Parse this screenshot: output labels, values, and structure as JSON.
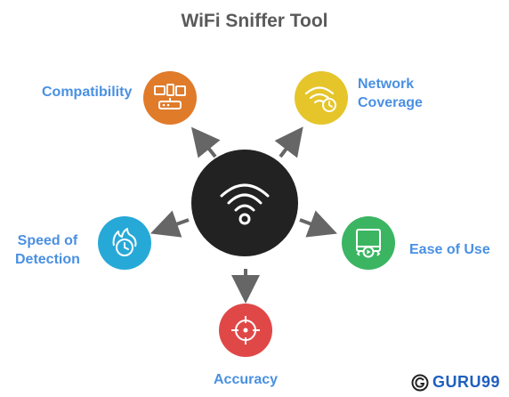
{
  "title": "WiFi Sniffer Tool",
  "center": {
    "icon": "wifi-icon",
    "color": "#222222"
  },
  "features": [
    {
      "id": "compatibility",
      "label": "Compatibility",
      "icon": "devices-router-icon",
      "color": "#e07b2a"
    },
    {
      "id": "network-coverage",
      "label": "Network\nCoverage",
      "icon": "wifi-clock-icon",
      "color": "#e5c52a"
    },
    {
      "id": "speed-of-detection",
      "label": "Speed of\nDetection",
      "icon": "stopwatch-flame-icon",
      "color": "#27a9d8"
    },
    {
      "id": "ease-of-use",
      "label": "Ease of Use",
      "icon": "screen-play-icon",
      "color": "#3cb563"
    },
    {
      "id": "accuracy",
      "label": "Accuracy",
      "icon": "crosshair-icon",
      "color": "#e04848"
    }
  ],
  "brand": {
    "name": "GURU99",
    "logo": "g-circle-logo",
    "color": "#1f5fbf"
  }
}
